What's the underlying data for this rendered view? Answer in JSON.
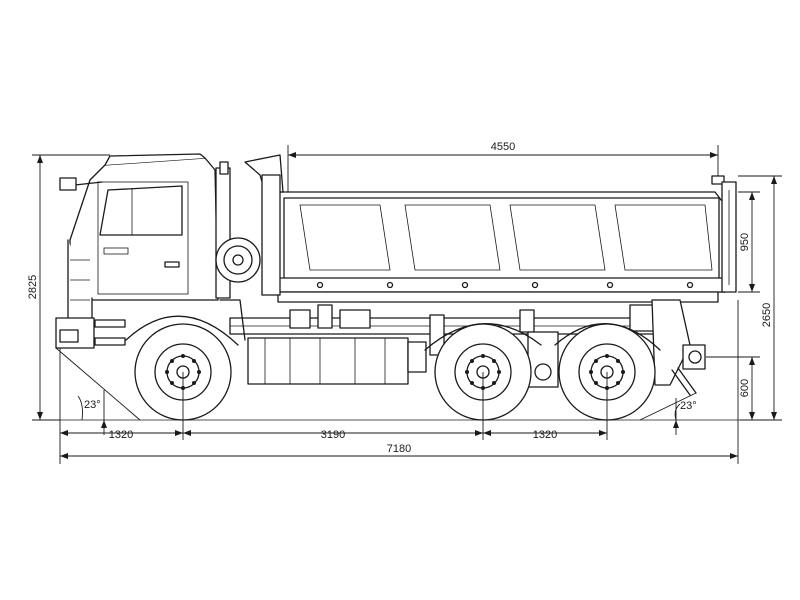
{
  "dimensions": {
    "body_length": "4550",
    "overall_height": "2825",
    "body_height": "950",
    "body_top_height": "2650",
    "rear_frame_height": "600",
    "front_overhang": "1320",
    "wheelbase": "3190",
    "rear_axle_spacing": "1320",
    "overall_length": "7180",
    "approach_angle": "23°",
    "departure_angle": "23°"
  },
  "colors": {
    "line": "#1a1a1a",
    "background": "#ffffff"
  }
}
